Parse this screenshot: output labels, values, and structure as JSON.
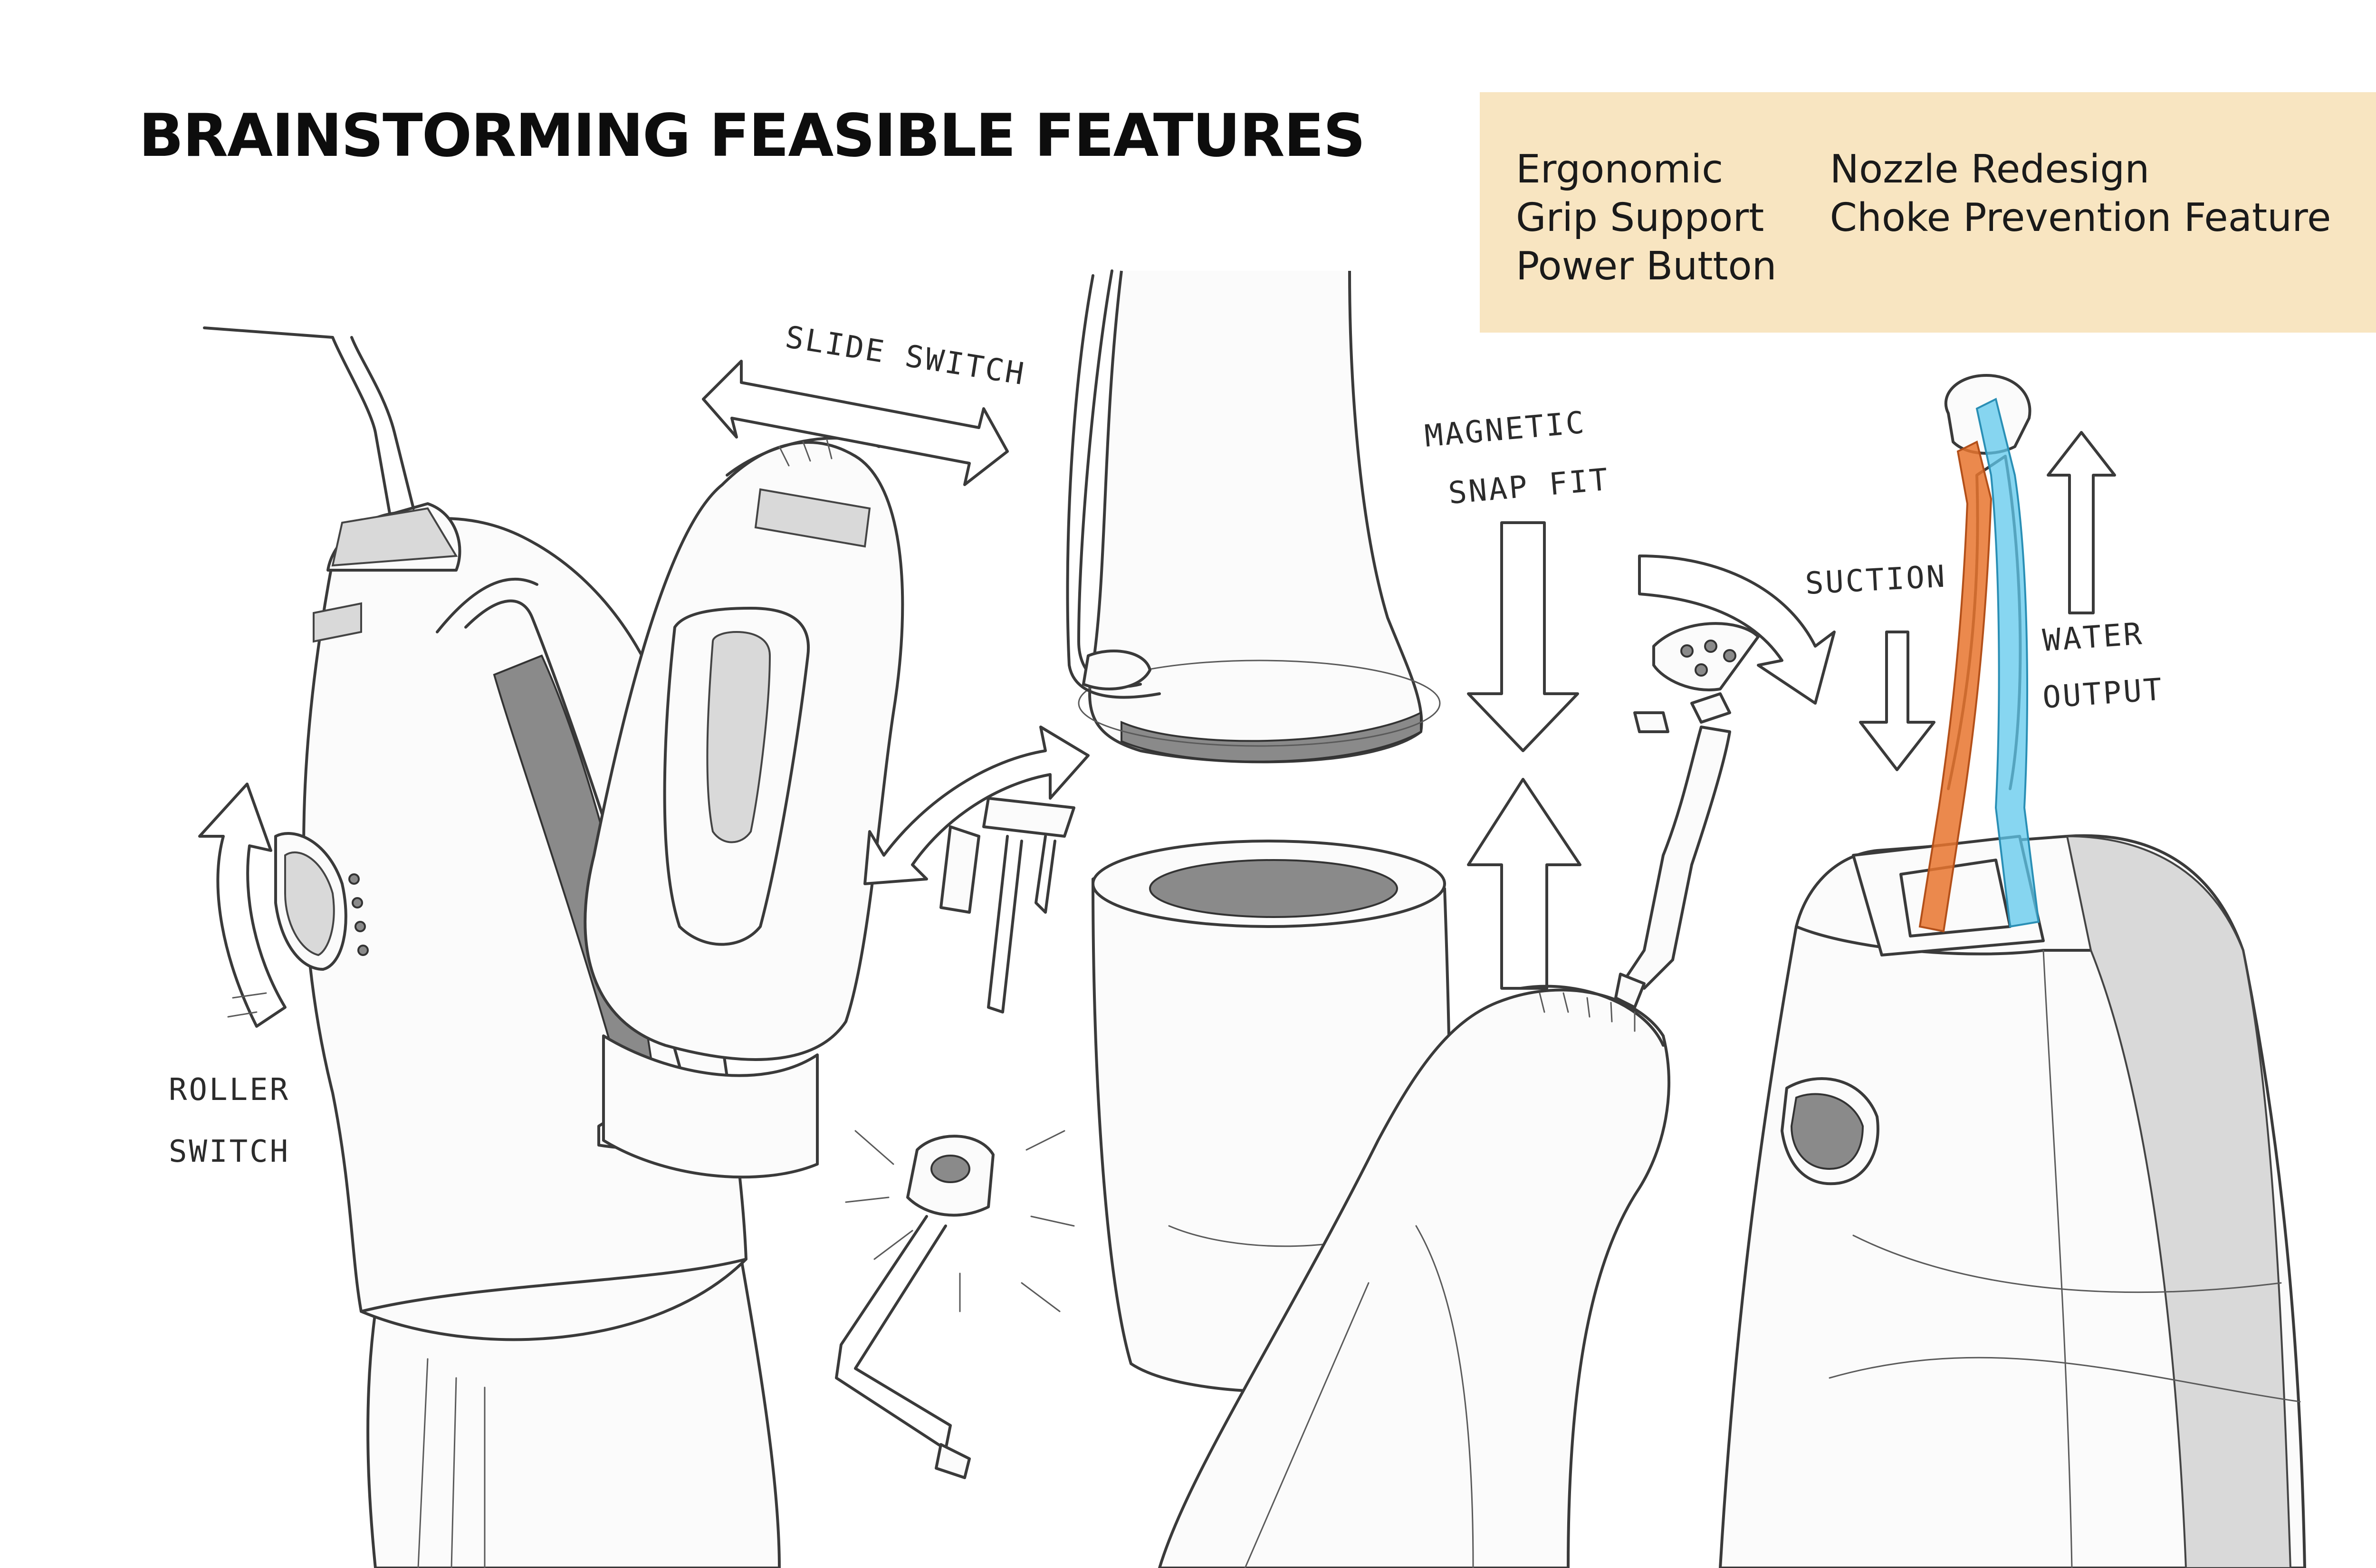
{
  "title": "BRAINSTORMING FEASIBLE FEATURES",
  "features": {
    "column_1": [
      "Ergonomic",
      "Grip Support",
      "Power Button"
    ],
    "column_2": [
      "Nozzle Redesign",
      "Choke Prevention Feature"
    ]
  },
  "annotations": {
    "slide_switch": "SLIDE SWITCH",
    "magnetic_line_1": "MAGNETIC",
    "magnetic_line_2": "SNAP FIT",
    "suction": "SUCTION",
    "water_line_1": "WATER",
    "water_line_2": "OUTPUT",
    "roller_line_1": "ROLLER",
    "roller_line_2": "SWITCH"
  },
  "colors": {
    "box_background": "#f8e5c1",
    "suction_channel": "#e8742e",
    "water_channel": "#5fc8ec"
  }
}
